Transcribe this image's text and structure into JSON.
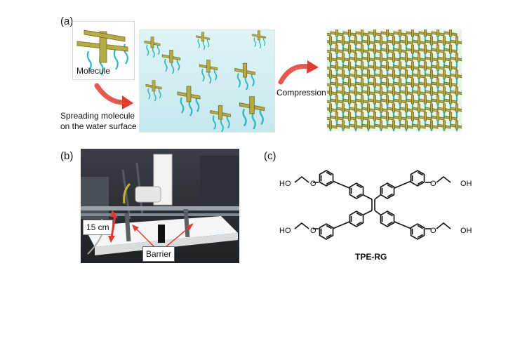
{
  "panels": {
    "a": {
      "label": "(a)",
      "molecule_label": "Molecule",
      "spreading_text_line1": "Spreading molecule",
      "spreading_text_line2": "on the water surface",
      "compression_label": "Compression"
    },
    "b": {
      "label": "(b)",
      "dimension_label": "15 cm",
      "barrier_label": "Barrier"
    },
    "c": {
      "label": "(c)",
      "compound_name": "TPE-RG",
      "hydroxy_groups": [
        "HO",
        "OH",
        "HO",
        "OH"
      ],
      "oxygen_label": "O"
    }
  },
  "colors": {
    "rod": "#b7ab45",
    "tail": "#2fb9c2",
    "water": "#cdecf2",
    "arrow": "#e23c30"
  }
}
